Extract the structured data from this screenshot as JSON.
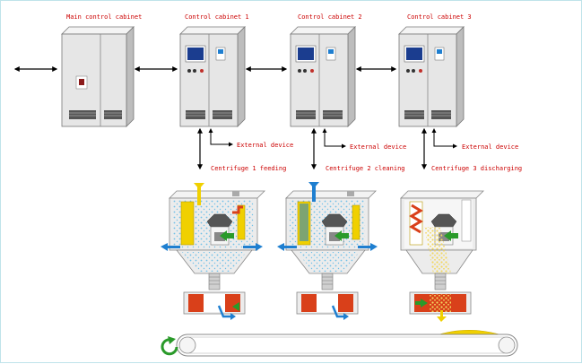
{
  "colors": {
    "label": "#cc0000",
    "cabinet": "#e6e6e6",
    "sky_border": "#bfe3ea",
    "yellow": "#f0d000",
    "blue": "#1f7fd0",
    "green": "#2a9a2a",
    "red": "#d9401a",
    "screen": "#1b3d8f"
  },
  "cabinets": {
    "main": "Main control cabinet",
    "c1": "Control cabinet 1",
    "c2": "Control cabinet 2",
    "c3": "Control cabinet 3"
  },
  "external": {
    "c1": "External device",
    "c2": "External device",
    "c3": "External device"
  },
  "steps": {
    "s1": "Centrifuge 1 feeding",
    "s2": "Centrifuge 2 cleaning",
    "s3": "Centrifuge 3 discharging"
  },
  "icons": [
    "bidirectional-arrow-icon",
    "feed-arrow-icon",
    "rotation-arrow-icon",
    "discharge-arrow-icon"
  ]
}
